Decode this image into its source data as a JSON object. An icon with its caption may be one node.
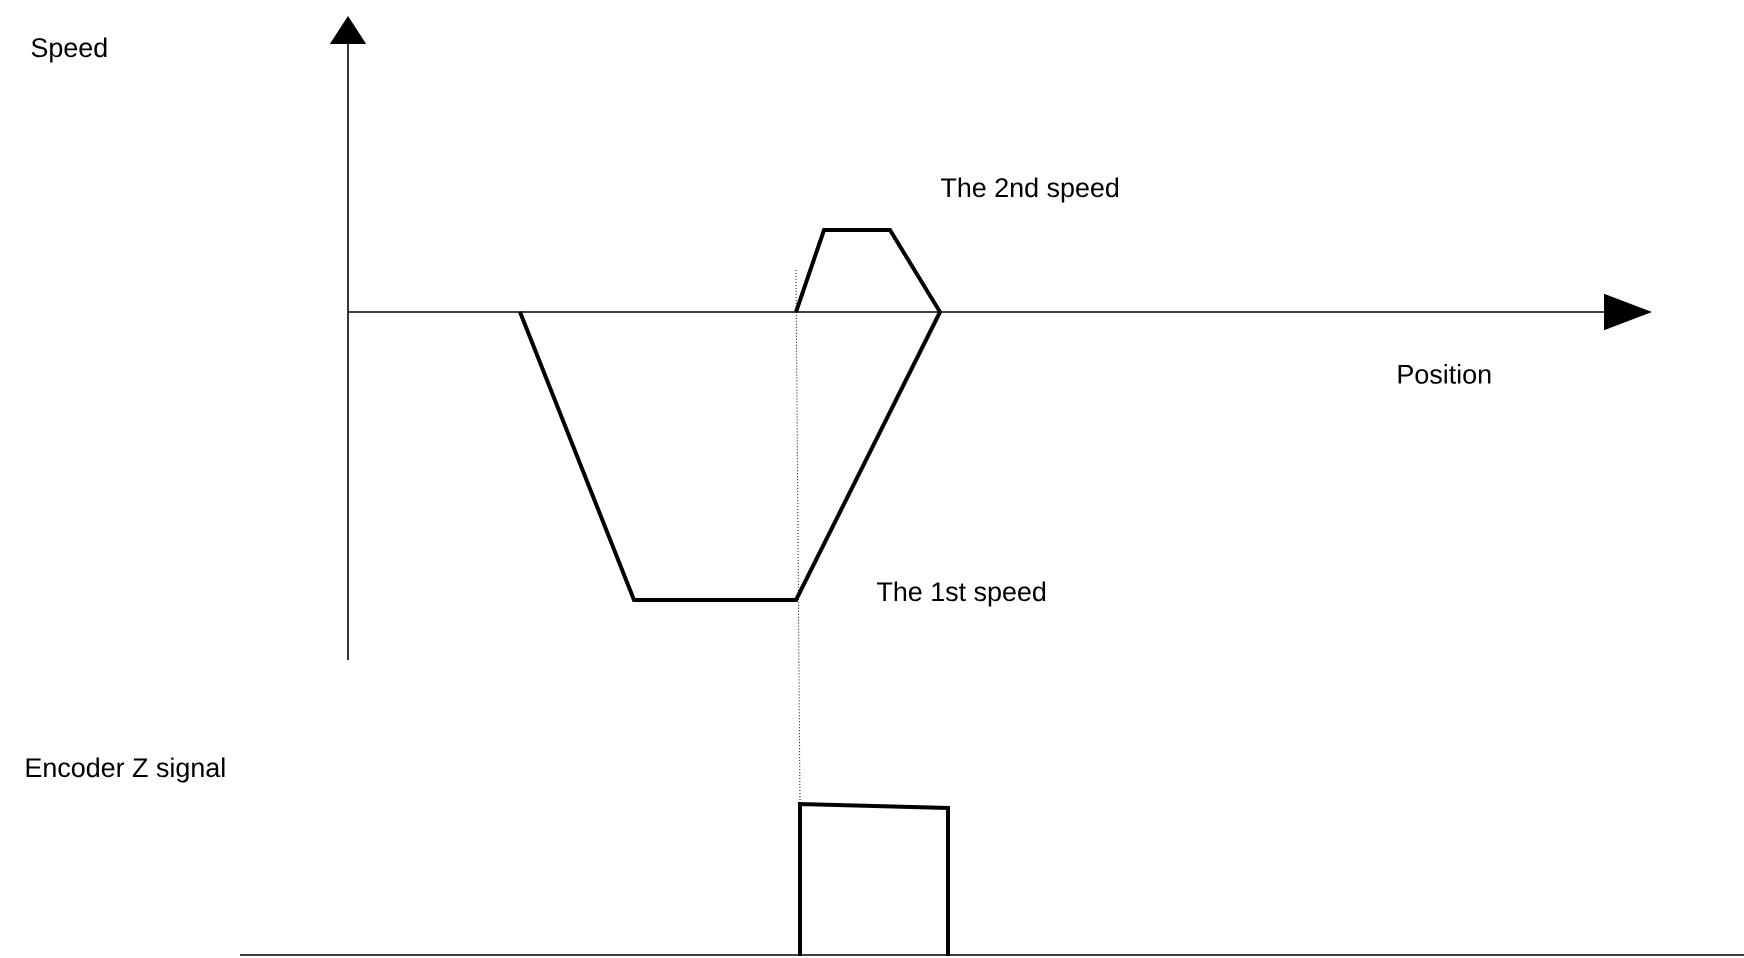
{
  "diagram": {
    "labels": [
      "Speed",
      "The 2nd speed",
      "Position",
      "The 1st speed",
      "Encoder Z signal"
    ]
  }
}
